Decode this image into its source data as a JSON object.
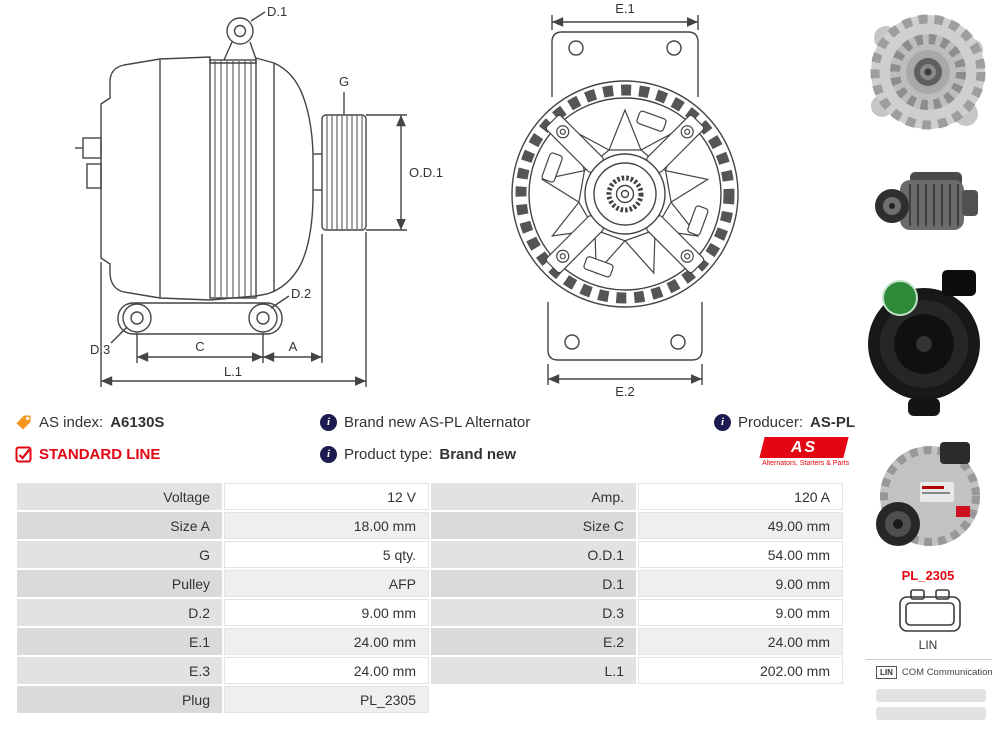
{
  "colors": {
    "accent_red": "#e30613",
    "tag_orange": "#f7941d",
    "icon_navy": "#1b1b4f",
    "table_label_bg": "#e2e2e2",
    "table_stripe_bg": "#efefef"
  },
  "icons": {
    "info_glyph": "i"
  },
  "header": {
    "as_index_label": "AS index:",
    "as_index_value": "A6130S",
    "standard_line_label": "STANDARD LINE",
    "brand_new_text": "Brand new AS-PL Alternator",
    "product_type_label": "Product type:",
    "product_type_value": "Brand new",
    "producer_label": "Producer:",
    "producer_value": "AS-PL"
  },
  "logo": {
    "text": "AS",
    "tagline": "Alternators, Starters & Parts"
  },
  "diagram": {
    "d1": "D.1",
    "g": "G",
    "od1": "O.D.1",
    "d2": "D.2",
    "d3": "D.3",
    "c": "C",
    "a": "A",
    "l1": "L.1",
    "e1": "E.1",
    "e2": "E.2"
  },
  "table": {
    "rows": [
      {
        "l1": "Voltage",
        "v1": "12 V",
        "l2": "Amp.",
        "v2": "120 A"
      },
      {
        "l1": "Size A",
        "v1": "18.00 mm",
        "l2": "Size C",
        "v2": "49.00 mm"
      },
      {
        "l1": "G",
        "v1": "5 qty.",
        "l2": "O.D.1",
        "v2": "54.00 mm"
      },
      {
        "l1": "Pulley",
        "v1": "AFP",
        "l2": "D.1",
        "v2": "9.00 mm"
      },
      {
        "l1": "D.2",
        "v1": "9.00 mm",
        "l2": "D.3",
        "v2": "9.00 mm"
      },
      {
        "l1": "E.1",
        "v1": "24.00 mm",
        "l2": "E.2",
        "v2": "24.00 mm"
      },
      {
        "l1": "E.3",
        "v1": "24.00 mm",
        "l2": "L.1",
        "v2": "202.00 mm"
      },
      {
        "l1": "Plug",
        "v1": "PL_2305",
        "l2": "",
        "v2": ""
      }
    ]
  },
  "side_panel": {
    "plug_code": "PL_2305",
    "plug_pin_label": "LIN",
    "comm_badge": "LIN",
    "comm_text": "COM Communication"
  }
}
